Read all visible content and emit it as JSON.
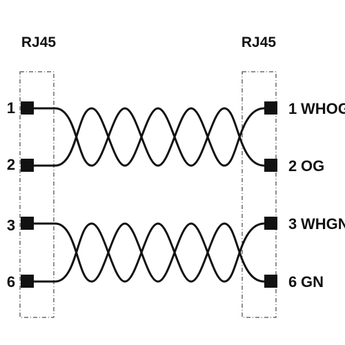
{
  "left_connector": {
    "title": "RJ45",
    "pins": [
      "1",
      "2",
      "3",
      "6"
    ]
  },
  "right_connector": {
    "title": "RJ45",
    "pins": [
      {
        "num": "1",
        "color": "WHOG"
      },
      {
        "num": "2",
        "color": "OG"
      },
      {
        "num": "3",
        "color": "WHGN"
      },
      {
        "num": "6",
        "color": "GN"
      }
    ]
  }
}
